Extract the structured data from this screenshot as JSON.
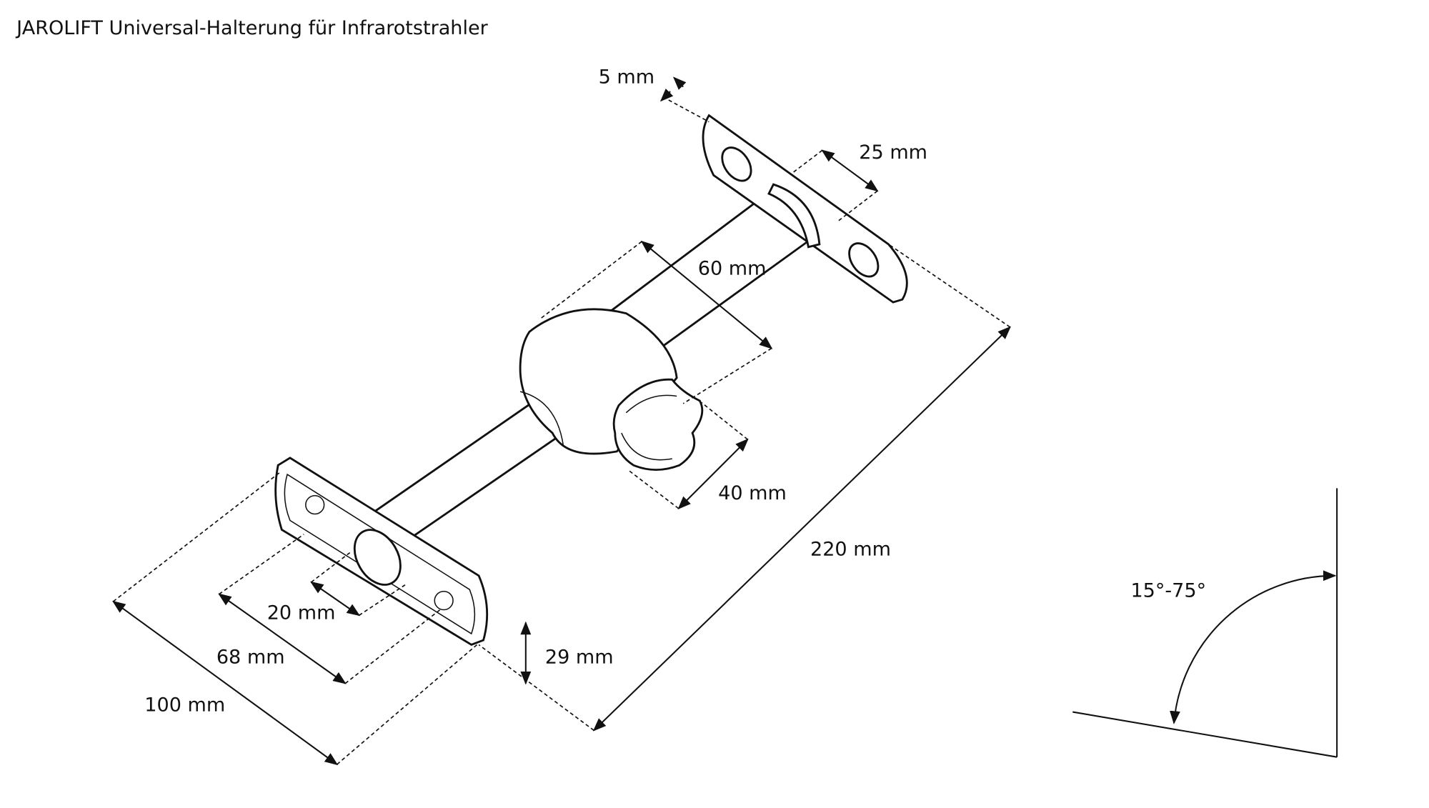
{
  "title": "JAROLIFT Universal-Halterung für Infrarotstrahler",
  "dimensions": {
    "plate_thickness": "5 mm",
    "plate_width_top": "25 mm",
    "ball_length": "60 mm",
    "knob": "40 mm",
    "total_length": "220 mm",
    "plate_height": "29 mm",
    "hole_center": "20 mm",
    "hole_distance": "68 mm",
    "plate_length": "100 mm"
  },
  "angle": {
    "label": "15°-75°"
  }
}
